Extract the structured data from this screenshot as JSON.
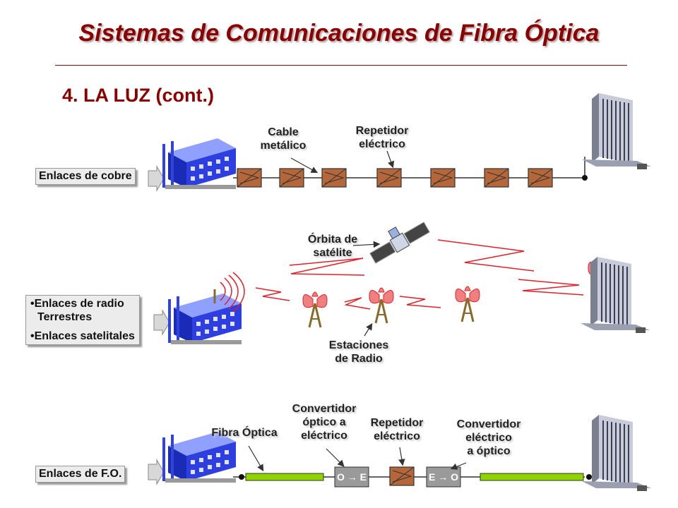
{
  "title": "Sistemas de Comunicaciones de Fibra Óptica",
  "subtitle": "4. LA LUZ (cont.)",
  "rows": {
    "copper": {
      "box_label": "Enlaces de cobre",
      "cable_label_1": "Cable",
      "cable_label_2": "metálico",
      "repeater_label_1": "Repetidor",
      "repeater_label_2": "eléctrico"
    },
    "radio": {
      "box_item_1": "•Enlaces de radio",
      "box_item_2": "Terrestres",
      "box_item_3": "•Enlaces satelitales",
      "orbit_label_1": "Órbita de",
      "orbit_label_2": "satélite",
      "stations_label_1": "Estaciones",
      "stations_label_2": "de Radio"
    },
    "fiber": {
      "box_label": "Enlaces de F.O.",
      "fiber_label": "Fibra Óptica",
      "oe_label_1": "Convertidor",
      "oe_label_2": "óptico a",
      "oe_label_3": "eléctrico",
      "repeater_label_1": "Repetidor",
      "repeater_label_2": "eléctrico",
      "eo_label_1": "Convertidor",
      "eo_label_2": "eléctrico",
      "eo_label_3": "a óptico",
      "oe_box_text": "O → E",
      "eo_box_text": "E → O"
    }
  },
  "colors": {
    "title": "#8b0000",
    "repeater_fill": "#b5673a",
    "fiber": "#8fd400",
    "radio_wave": "#e0202a",
    "building_blue": "#2233cc"
  }
}
